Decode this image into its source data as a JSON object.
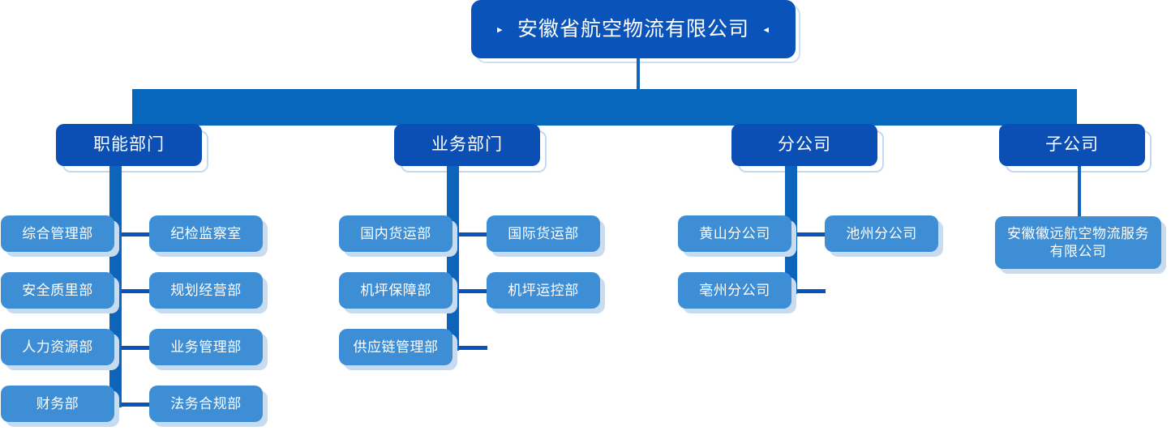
{
  "chart": {
    "type": "org-chart",
    "title": "安徽省航空物流有限公司 组织架构图",
    "root": {
      "label": "安徽省航空物流有限公司",
      "left_marker": "▸",
      "right_marker": "◂",
      "color": "#0a53ba",
      "text_color": "#ffffff"
    },
    "branches": [
      {
        "label": "职能部门",
        "color": "#0b4fb5",
        "children_left": [
          {
            "label": "综合管理部"
          },
          {
            "label": "安全质里部"
          },
          {
            "label": "人力资源部"
          },
          {
            "label": "财务部"
          }
        ],
        "children_right": [
          {
            "label": "纪检监察室"
          },
          {
            "label": "规划经营部"
          },
          {
            "label": "业务管理部"
          },
          {
            "label": "法务合规部"
          }
        ]
      },
      {
        "label": "业务部门",
        "color": "#0b4fb5",
        "children_left": [
          {
            "label": "国内货运部"
          },
          {
            "label": "机坪保障部"
          },
          {
            "label": "供应链管理部"
          }
        ],
        "children_right": [
          {
            "label": "国际货运部"
          },
          {
            "label": "机坪运控部"
          }
        ]
      },
      {
        "label": "分公司",
        "color": "#0b4fb5",
        "children_left": [
          {
            "label": "黄山分公司"
          },
          {
            "label": "亳州分公司"
          }
        ],
        "children_right": [
          {
            "label": "池州分公司"
          }
        ]
      },
      {
        "label": "子公司",
        "color": "#0b4fb5",
        "children_left": [],
        "children_right": [],
        "children_center": [
          {
            "label": "安徽徽远航空物流服务\n有限公司"
          }
        ]
      }
    ],
    "colors": {
      "level0_box": "#0a53ba",
      "level1_box": "#0b4fb5",
      "level2_box": "#3d8ed5",
      "connector_bar": "#0667bd",
      "connector_trunk": "#0c64bb",
      "shadow_light": "#c9dcef",
      "background": "#ffffff"
    }
  }
}
